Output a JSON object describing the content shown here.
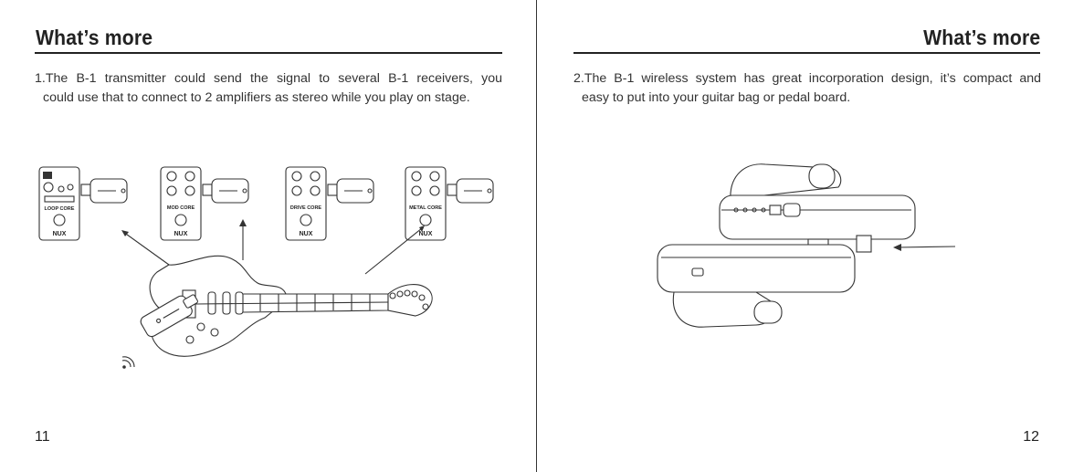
{
  "left_page": {
    "heading": "What’s more",
    "paragraph_line1": "1.The B-1 transmitter could send the signal to several B-1 receivers, you",
    "paragraph_line2": "could use that to connect to 2 amplifiers as stereo while you play on stage.",
    "page_number": "11",
    "pedals": [
      {
        "name": "LOOP CORE",
        "brand": "NUX"
      },
      {
        "name": "MOD CORE",
        "brand": "NUX"
      },
      {
        "name": "DRIVE CORE",
        "brand": "NUX"
      },
      {
        "name": "METAL CORE",
        "brand": "NUX"
      }
    ]
  },
  "right_page": {
    "heading": "What’s more",
    "paragraph_line1": "2.The B-1 wireless system has great incorporation design, it’s compact and",
    "paragraph_line2": "easy to put into your guitar bag or pedal board.",
    "page_number": "12"
  }
}
